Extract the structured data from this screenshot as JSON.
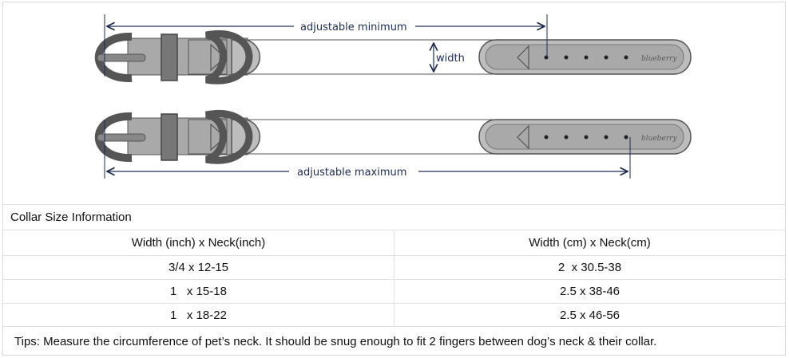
{
  "diagram": {
    "label_min": "adjustable minimum",
    "label_max": "adjustable maximum",
    "label_width": "width",
    "brand": "blueberry",
    "colors": {
      "strap": "#a9a9a9",
      "hardware": "#555555",
      "dimension_line": "#1d2a55",
      "outline": "#555555"
    }
  },
  "table": {
    "title": "Collar Size Information",
    "headers": [
      "Width (inch) x Neck(inch)",
      "Width (cm) x Neck(cm)"
    ],
    "rows": [
      [
        "3/4 x 12-15",
        "2  x 30.5-38"
      ],
      [
        "1   x 15-18",
        "2.5 x 38-46"
      ],
      [
        "1   x 18-22",
        "2.5 x 46-56"
      ]
    ],
    "tips": "Tips: Measure the circumference of pet’s neck. It should be snug enough to fit 2 fingers between dog’s neck & their collar."
  }
}
